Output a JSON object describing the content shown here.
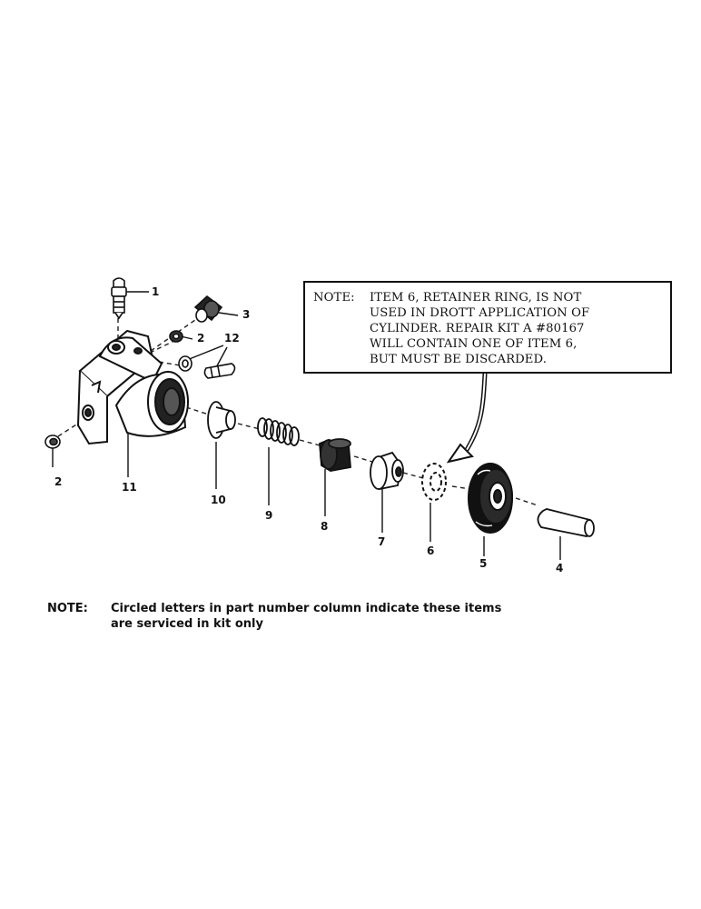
{
  "note_box": {
    "label": "NOTE:",
    "lines": [
      "ITEM 6, RETAINER RING, IS NOT",
      "USED IN DROTT APPLICATION OF",
      "CYLINDER.  REPAIR KIT A #80167",
      "WILL CONTAIN ONE OF ITEM 6,",
      "BUT MUST BE DISCARDED."
    ]
  },
  "callouts": {
    "c1": "1",
    "c3": "3",
    "c2_top": "2",
    "c12": "12",
    "c2_left": "2",
    "c11": "11",
    "c10": "10",
    "c9": "9",
    "c8": "8",
    "c7": "7",
    "c6": "6",
    "c5": "5",
    "c4": "4"
  },
  "bottom_note": {
    "label": "NOTE:",
    "lines": [
      "Circled letters in part number column indicate these items",
      "are serviced in kit only"
    ]
  }
}
